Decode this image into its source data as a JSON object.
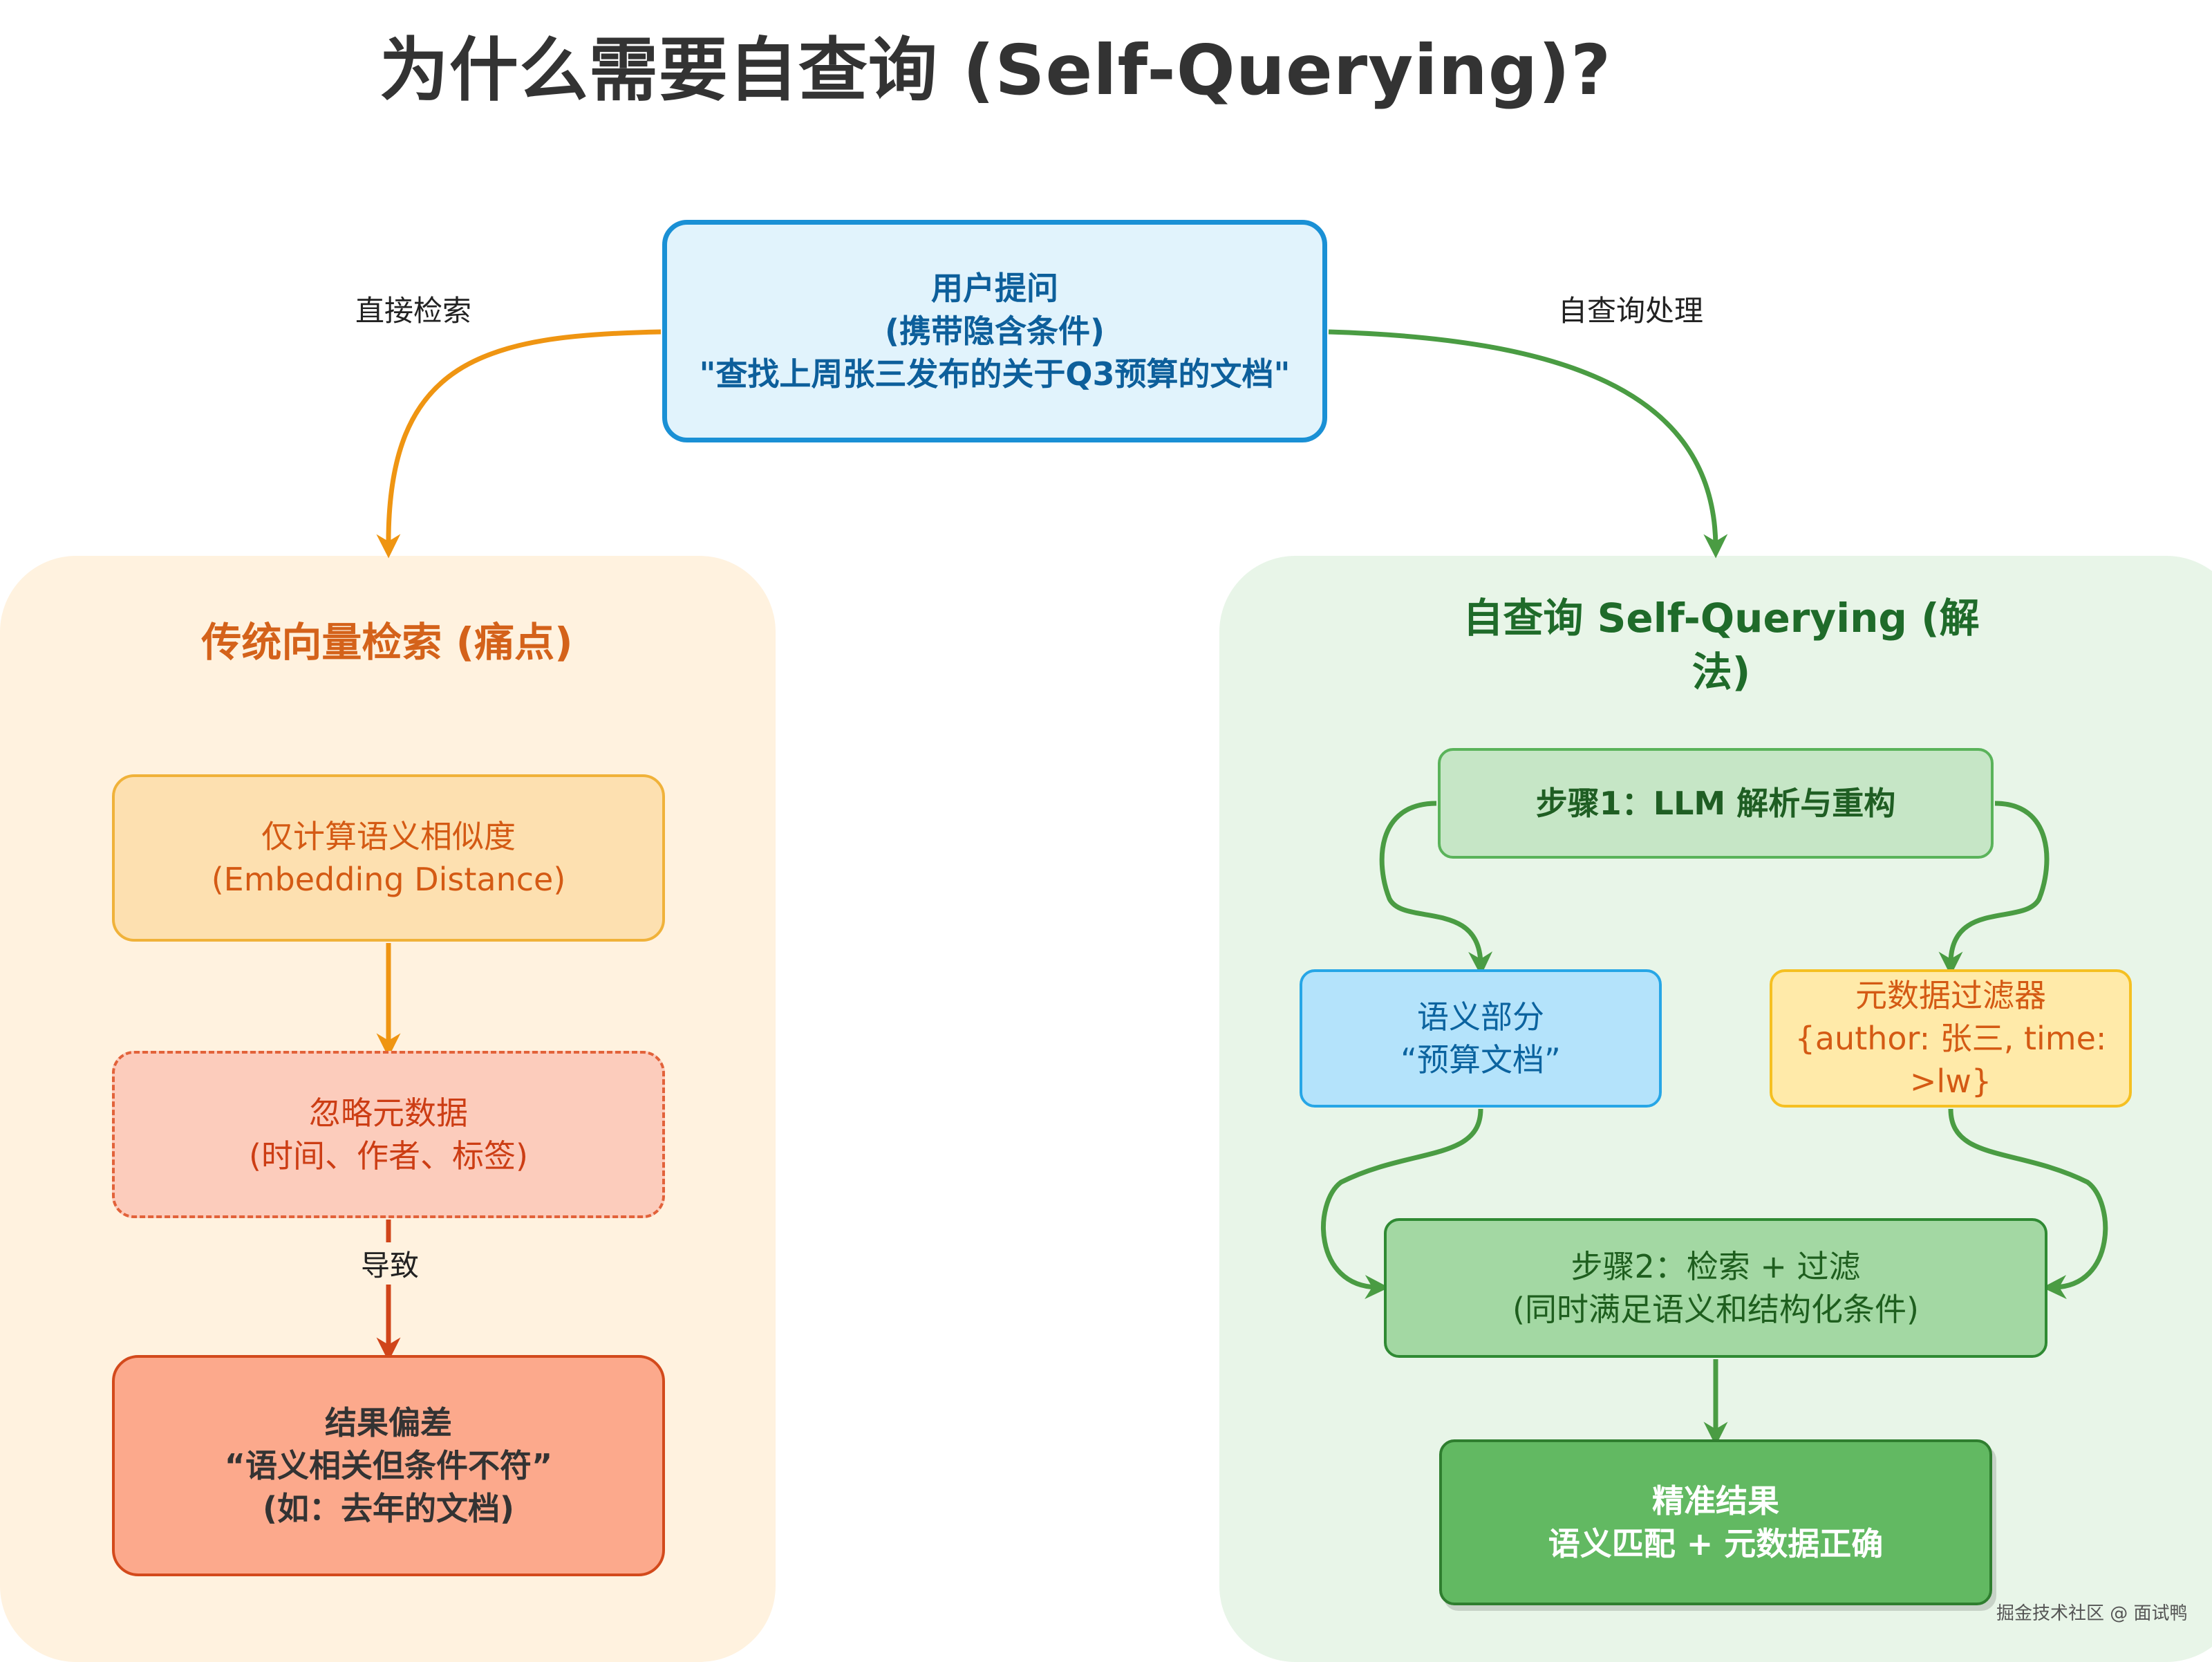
{
  "title": "为什么需要自查询 (Self-Querying)?",
  "user_query": {
    "text": "用户提问\n(携带隐含条件)\n\"查找上周张三发布的关于Q3预算的文档\""
  },
  "edges": {
    "left_label": "直接检索",
    "right_label": "自查询处理",
    "cause_label": "导致"
  },
  "left_panel": {
    "title": "传统向量检索 (痛点)",
    "nodes": [
      "仅计算语义相似度\n(Embedding Distance)",
      "忽略元数据\n(时间、作者、标签)",
      "结果偏差\n“语义相关但条件不符”\n(如：去年的文档)"
    ]
  },
  "right_panel": {
    "title": "自查询 Self-Querying (解\n法)",
    "step1": "步骤1：LLM 解析与重构",
    "semantic_part": "语义部分\n“预算文档”",
    "metadata_filter": "元数据过滤器\n{author: 张三, time: >lw}",
    "step2": "步骤2：检索 + 过滤\n(同时满足语义和结构化条件)",
    "result": "精准结果\n语义匹配 + 元数据正确"
  },
  "watermark": "掘金技术社区 @ 面试鸭"
}
